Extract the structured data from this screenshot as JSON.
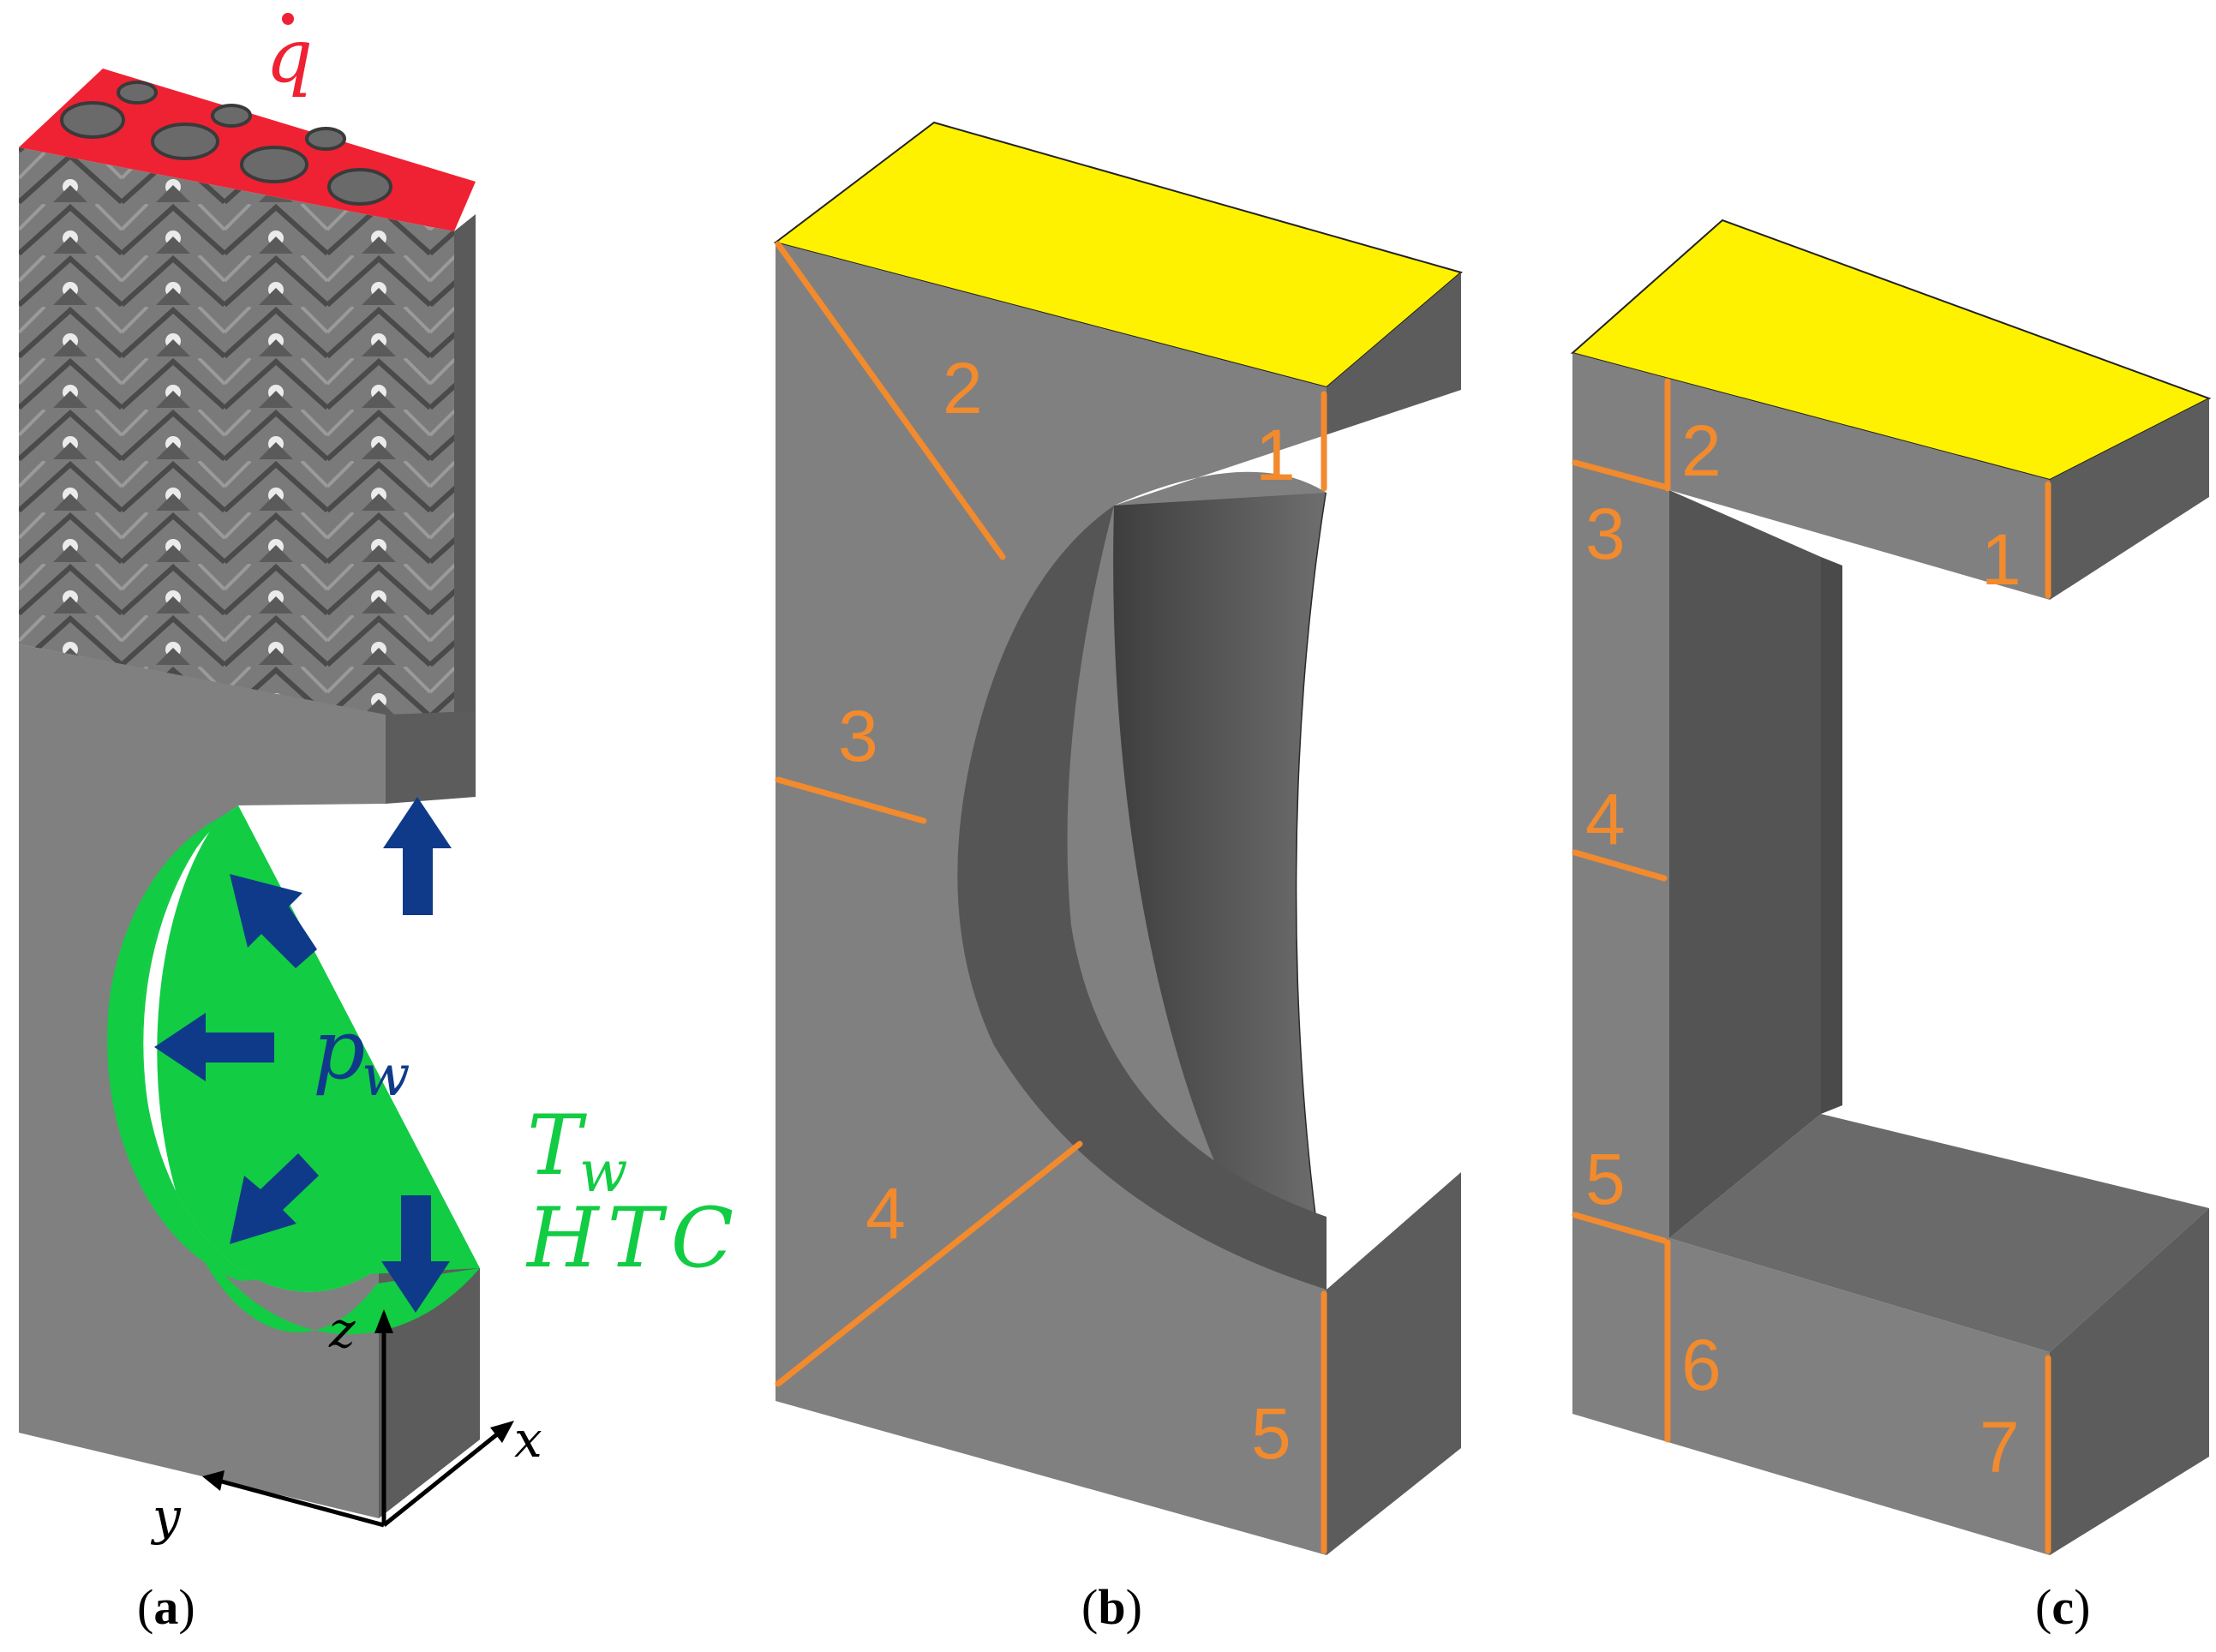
{
  "colors": {
    "face_front": "#808080",
    "face_side": "#5c5c5c",
    "face_dark": "#4e4e4e",
    "top_yellow": "#FFF200",
    "heat_red": "#EE2233",
    "wall_green": "#12CC44",
    "arrow_blue": "#0F3A8A",
    "segment_orange": "#F28A2E",
    "axis_black": "#000000"
  },
  "panel_a": {
    "caption": {
      "open": "(",
      "letter": "a",
      "close": ")"
    },
    "heat_flux_label": "q",
    "pressure_label": {
      "base": "p",
      "sub": "w"
    },
    "temperature_label": {
      "base": "T",
      "sub": "w"
    },
    "htc_label": "HTC",
    "axes": {
      "x": "x",
      "y": "y",
      "z": "z"
    }
  },
  "panel_b": {
    "caption": {
      "open": "(",
      "letter": "b",
      "close": ")"
    },
    "segment_labels": [
      "1",
      "2",
      "3",
      "4",
      "5"
    ]
  },
  "panel_c": {
    "caption": {
      "open": "(",
      "letter": "c",
      "close": ")"
    },
    "segment_labels": [
      "1",
      "2",
      "3",
      "4",
      "5",
      "6",
      "7"
    ]
  }
}
